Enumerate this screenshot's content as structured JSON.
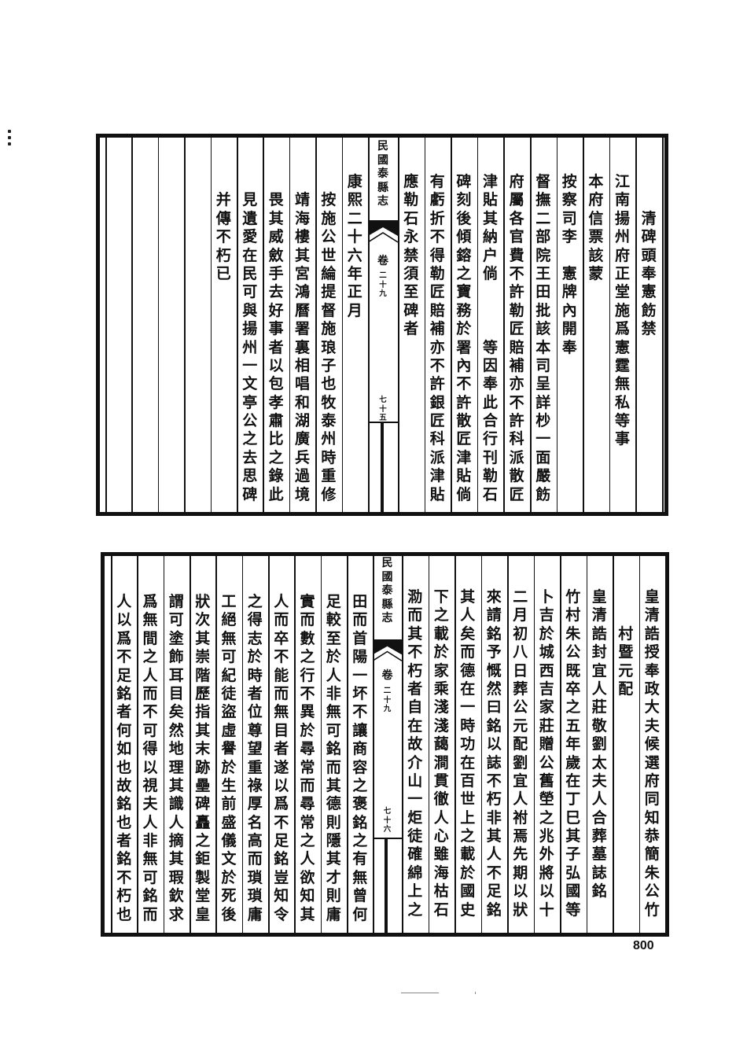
{
  "page_number": "800",
  "top_panel": {
    "margin": {
      "book_title": "民國泰縣志",
      "juan_label": "卷",
      "juan_number": "二十九",
      "folio": "七十五"
    },
    "right_half": [
      "　　清碑頭奉憲飭禁",
      "江南揚州府正堂施爲憲霆無私等事",
      "本府信票該蒙",
      "按察司李　憲牌內開奉",
      "督撫二部院王田批該本司呈詳杪一面嚴飭",
      "府屬各官費不許勒匠賠補亦不許科派散匠",
      "津貼其納户倘　　　等因奉此合行刊勒石",
      "碑刻後傾鎔之寶務於署內不許散匠津貼倘",
      "有虧折不得勒匠賠補亦不許銀匠科派津貼",
      "應勒石永禁須至碑者"
    ],
    "left_half": [
      "康熙二十六年正月",
      "　按施公世綸提督施琅子也牧泰州時重修",
      "　靖海樓其宮鴻曆署裏相唱和湖廣兵過境",
      "　畏其威斂手去好事者以包孝肅比之錄此",
      "　見遺愛在民可與揚州一文亭公之去思碑",
      "　并傳不朽已",
      "",
      "",
      "",
      ""
    ]
  },
  "bottom_panel": {
    "margin": {
      "book_title": "民國泰縣志",
      "juan_label": "卷",
      "juan_number": "二十九",
      "folio": "七十六"
    },
    "right_half": [
      "皇清誥授奉政大夫候選府同知恭簡朱公竹",
      "　　村暨元配",
      "皇清誥封宜人莊敬劉太夫人合葬墓誌銘",
      "竹村朱公既卒之五年歲在丁巳其子弘國等",
      "卜吉於城西吉家莊贈公舊塋之兆外將以十",
      "二月初八日葬公元配劉宜人祔焉先期以狀",
      "來請銘予慨然曰銘以誌不朽非其人不足銘",
      "其人矣而德在一時功在百世上之載於國史",
      "下之載於家乘淺淺藹澗貫徹人心雖海枯石",
      "泐而其不朽者自在故介山一炬徒確綿上之"
    ],
    "left_half": [
      "田而首陽一坏不讓商容之褒銘之有無曾何",
      "足較至於人非無可銘而其德則隱其才則庸",
      "實而數之行不異於尋常而尋常之人欲知其",
      "人而卒不能而無目者遂以爲不足銘豈知令",
      "之得志於時者位尊望重祿厚名高而瑣瑣庸",
      "工絕無可紀徒盜虛譽於生前盛儀文於死後",
      "狀次其崇階歷指其末跡壘碑矗之鉅製堂皇",
      "謂可塗飾耳目矣然地理其識人摘其瑕欽求",
      "爲無間之人而不可得以視夫人非無可銘而",
      "人以爲不足銘者何如也故銘也者銘不朽也"
    ]
  }
}
